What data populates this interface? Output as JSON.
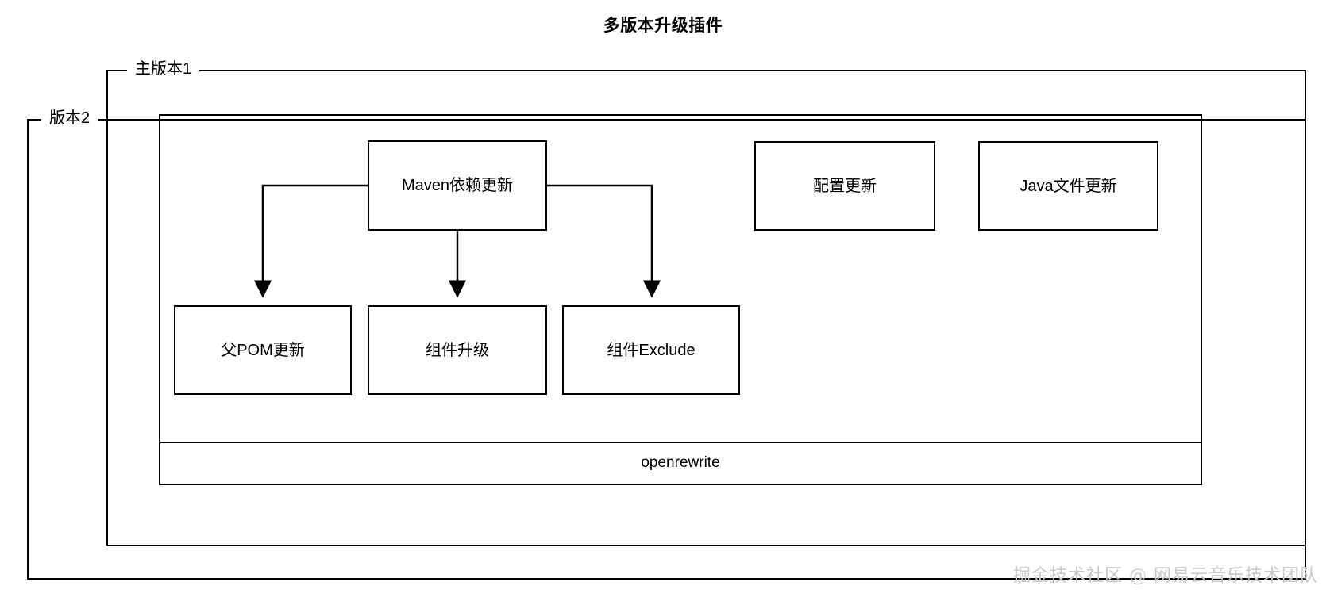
{
  "diagram": {
    "title": "多版本升级插件",
    "type": "block-diagram"
  },
  "frames": {
    "version2": {
      "label": "版本2"
    },
    "main_version1": {
      "label": "主版本1"
    },
    "inner_container": {
      "label": ""
    }
  },
  "nodes": {
    "maven": {
      "label": "Maven依赖更新"
    },
    "config_update": {
      "label": "配置更新"
    },
    "java_file_update": {
      "label": "Java文件更新"
    },
    "parent_pom": {
      "label": "父POM更新"
    },
    "component_upgrade": {
      "label": "组件升级"
    },
    "component_exclude": {
      "label": "组件Exclude"
    },
    "openrewrite": {
      "label": "openrewrite"
    }
  },
  "edges": [
    {
      "from": "maven",
      "to": "parent_pom",
      "style": "elbow-left-down",
      "arrow": true
    },
    {
      "from": "maven",
      "to": "component_upgrade",
      "style": "straight-down",
      "arrow": true
    },
    {
      "from": "maven",
      "to": "component_exclude",
      "style": "elbow-right-down",
      "arrow": true
    }
  ],
  "watermark": {
    "text": "掘金技术社区 @ 网易云音乐技术团队"
  },
  "colors": {
    "stroke": "#000000",
    "background": "#ffffff",
    "watermark": "#c9c9c9"
  }
}
